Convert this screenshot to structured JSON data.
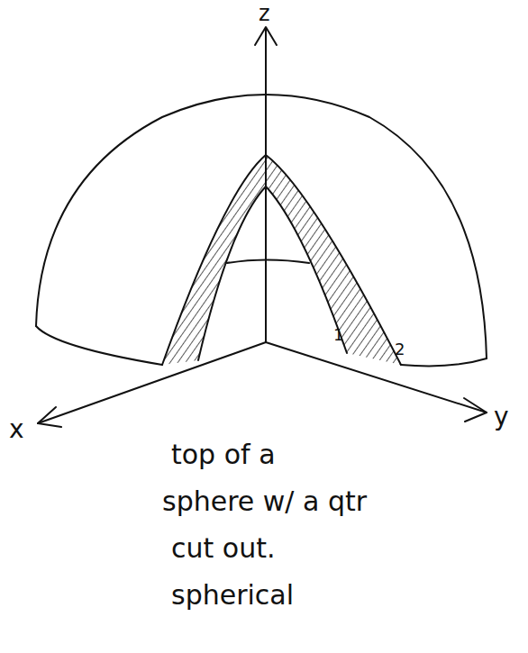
{
  "diagram": {
    "labels": [
      "z",
      "x",
      "y",
      "1",
      "2",
      "top of a",
      "sphere w/ a qtr",
      "cut out.",
      "spherical"
    ]
  }
}
